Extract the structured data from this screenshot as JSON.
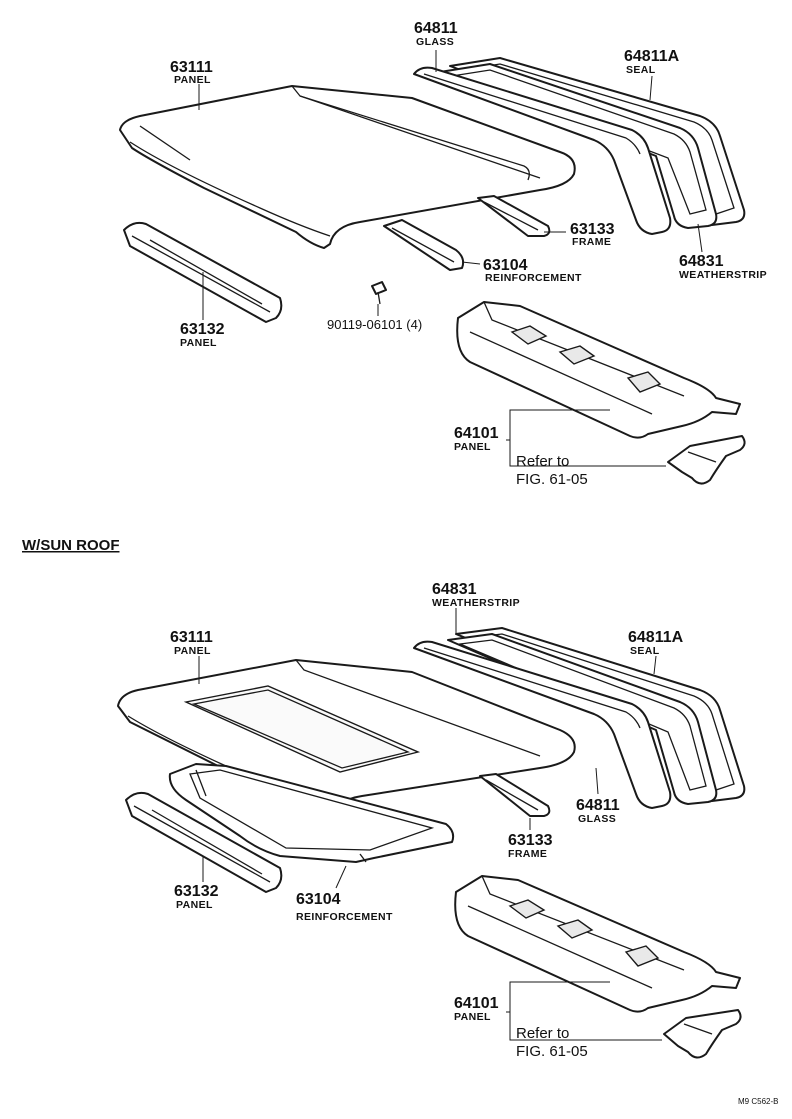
{
  "top_diagram": {
    "labels": {
      "glass_64811": {
        "number": "64811",
        "name": "GLASS"
      },
      "seal_64811a": {
        "number": "64811A",
        "name": "SEAL"
      },
      "panel_63111": {
        "number": "63111",
        "name": "PANEL"
      },
      "frame_63133": {
        "number": "63133",
        "name": "FRAME"
      },
      "reinf_63104": {
        "number": "63104",
        "name": "REINFORCEMENT"
      },
      "weather_64831": {
        "number": "64831",
        "name": "WEATHERSTRIP"
      },
      "panel_63132": {
        "number": "63132",
        "name": "PANEL"
      },
      "bolt": {
        "text": "90119-06101 (4)"
      },
      "panel_64101": {
        "number": "64101",
        "name": "PANEL"
      },
      "refer": {
        "line1": "Refer to",
        "line2": "FIG. 61-05"
      }
    }
  },
  "section_title": "W/SUN  ROOF",
  "bottom_diagram": {
    "labels": {
      "weather_64831": {
        "number": "64831",
        "name": "WEATHERSTRIP"
      },
      "panel_63111": {
        "number": "63111",
        "name": "PANEL"
      },
      "seal_64811a": {
        "number": "64811A",
        "name": "SEAL"
      },
      "glass_64811": {
        "number": "64811",
        "name": "GLASS"
      },
      "frame_63133": {
        "number": "63133",
        "name": "FRAME"
      },
      "panel_63132": {
        "number": "63132",
        "name": "PANEL"
      },
      "reinf_63104": {
        "number": "63104",
        "name": "REINFORCEMENT"
      },
      "panel_64101": {
        "number": "64101",
        "name": "PANEL"
      },
      "refer": {
        "line1": "Refer to",
        "line2": "FIG. 61-05"
      }
    }
  },
  "footer_code": "M9  C562-B"
}
